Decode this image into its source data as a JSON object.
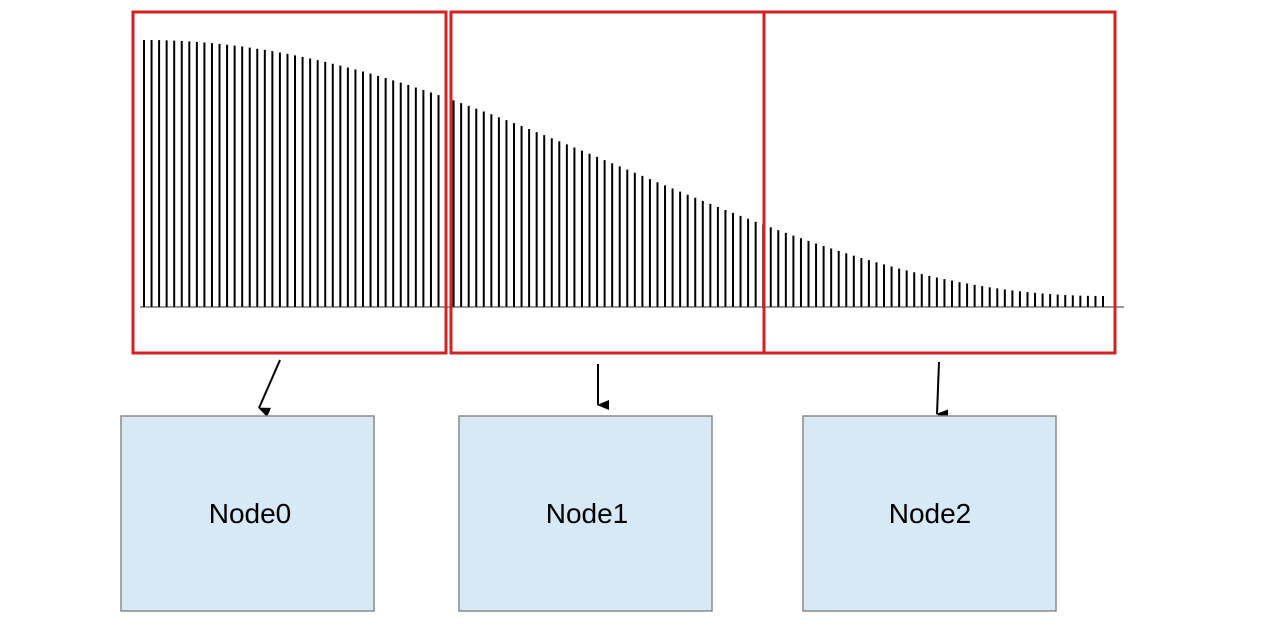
{
  "colors": {
    "partition_border": "#d32222",
    "bar_stroke": "#000000",
    "baseline": "#333333",
    "node_fill": "#d7e9f5",
    "node_border": "#8a8a8a",
    "arrow": "#000000"
  },
  "nodes": [
    {
      "label": "Node0"
    },
    {
      "label": "Node1"
    },
    {
      "label": "Node2"
    }
  ]
}
